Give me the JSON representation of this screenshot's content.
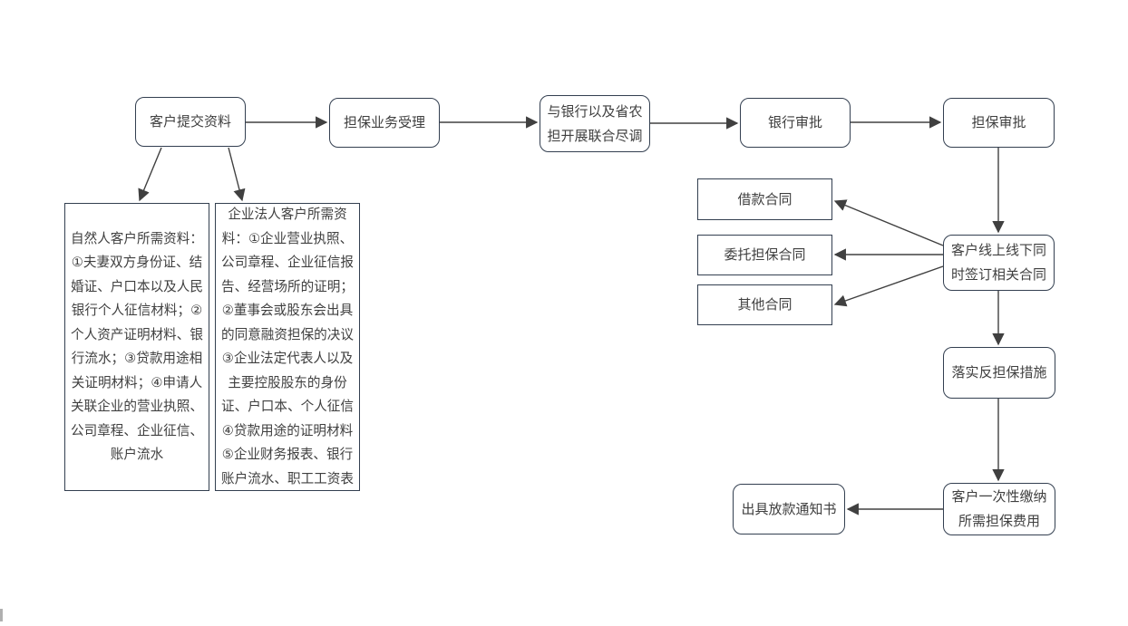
{
  "diagram": {
    "colors": {
      "background": "#ffffff",
      "box_border": "#333f50",
      "text": "#3f3f3f",
      "arrow": "#404040"
    },
    "nodes": [
      {
        "id": "customer-submit",
        "shape": "rounded",
        "label": "客户提交资料"
      },
      {
        "id": "guarantee-acceptance",
        "shape": "rounded",
        "label": "担保业务受理"
      },
      {
        "id": "joint-due-diligence",
        "shape": "rounded",
        "label": "与银行以及省农\n担开展联合尽调"
      },
      {
        "id": "bank-approval",
        "shape": "rounded",
        "label": "银行审批"
      },
      {
        "id": "guarantee-approval",
        "shape": "rounded",
        "label": "担保审批"
      },
      {
        "id": "natural-person-materials",
        "shape": "rect",
        "label": "自然人客户所需资料：\n①夫妻双方身份证、结\n婚证、户口本以及人民\n银行个人征信材料；②\n个人资产证明材料、银\n行流水；③贷款用途相\n关证明材料；④申请人\n关联企业的营业执照、\n公司章程、企业征信、\n账户流水"
      },
      {
        "id": "corporate-materials",
        "shape": "rect",
        "label": "企业法人客户所需资\n料：①企业营业执照、\n公司章程、企业征信报\n告、经营场所的证明；\n②董事会或股东会出具\n的同意融资担保的决议\n③企业法定代表人以及\n主要控股股东的身份\n证、户口本、个人征信\n④贷款用途的证明材料\n⑤企业财务报表、银行\n账户流水、职工工资表"
      },
      {
        "id": "loan-contract",
        "shape": "rect",
        "label": "借款合同"
      },
      {
        "id": "entrusted-guarantee-contract",
        "shape": "rect",
        "label": "委托担保合同"
      },
      {
        "id": "other-contract",
        "shape": "rect",
        "label": "其他合同"
      },
      {
        "id": "sign-contracts",
        "shape": "rounded",
        "label": "客户线上线下同\n时签订相关合同"
      },
      {
        "id": "implement-counter-guarantee",
        "shape": "rounded",
        "label": "落实反担保措施"
      },
      {
        "id": "pay-guarantee-fee",
        "shape": "rounded",
        "label": "客户一次性缴纳\n所需担保费用"
      },
      {
        "id": "issue-loan-notice",
        "shape": "rounded",
        "label": "出具放款通知书"
      }
    ],
    "edges": [
      {
        "from": "customer-submit",
        "to": "guarantee-acceptance"
      },
      {
        "from": "guarantee-acceptance",
        "to": "joint-due-diligence"
      },
      {
        "from": "joint-due-diligence",
        "to": "bank-approval"
      },
      {
        "from": "bank-approval",
        "to": "guarantee-approval"
      },
      {
        "from": "customer-submit",
        "to": "natural-person-materials"
      },
      {
        "from": "customer-submit",
        "to": "corporate-materials"
      },
      {
        "from": "guarantee-approval",
        "to": "sign-contracts"
      },
      {
        "from": "sign-contracts",
        "to": "loan-contract"
      },
      {
        "from": "sign-contracts",
        "to": "entrusted-guarantee-contract"
      },
      {
        "from": "sign-contracts",
        "to": "other-contract"
      },
      {
        "from": "sign-contracts",
        "to": "implement-counter-guarantee"
      },
      {
        "from": "implement-counter-guarantee",
        "to": "pay-guarantee-fee"
      },
      {
        "from": "pay-guarantee-fee",
        "to": "issue-loan-notice"
      }
    ]
  }
}
